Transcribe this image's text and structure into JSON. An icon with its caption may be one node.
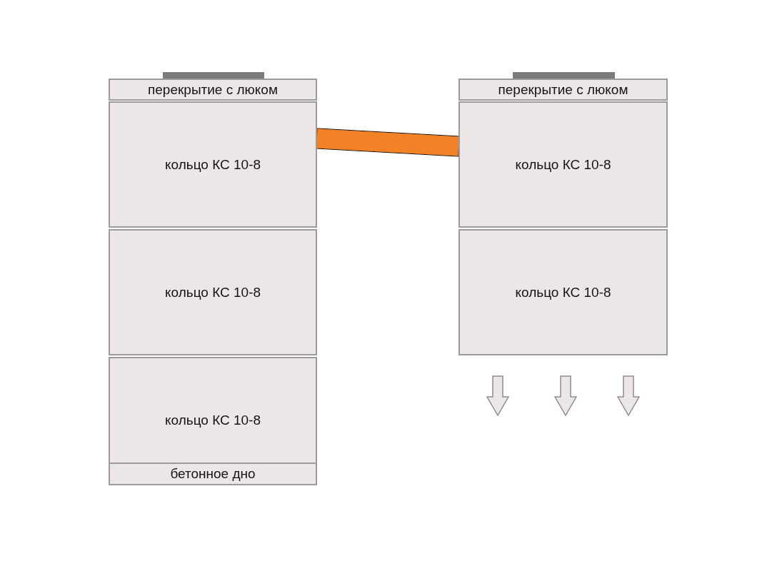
{
  "diagram": {
    "nodes": [
      {
        "text": [
          "перекрытие с люком"
        ]
      },
      {
        "text": [
          "кольцо КС 10-8"
        ]
      },
      {
        "text": [
          "кольцо КС 10-8"
        ]
      },
      {
        "text": [
          "кольцо КС 10-8"
        ]
      },
      {
        "text": [
          "бетонное дно"
        ],
        "in": 3
      },
      {
        "text": [
          "перекрытие с люком"
        ]
      },
      {
        "text": [
          "кольцо КС 10-8"
        ]
      },
      {
        "text": [
          "кольцо КС 10-8"
        ]
      }
    ],
    "edges": [
      {
        "from": 1,
        "to": 6,
        "arrow": "none",
        "color": "#f28227"
      }
    ]
  }
}
